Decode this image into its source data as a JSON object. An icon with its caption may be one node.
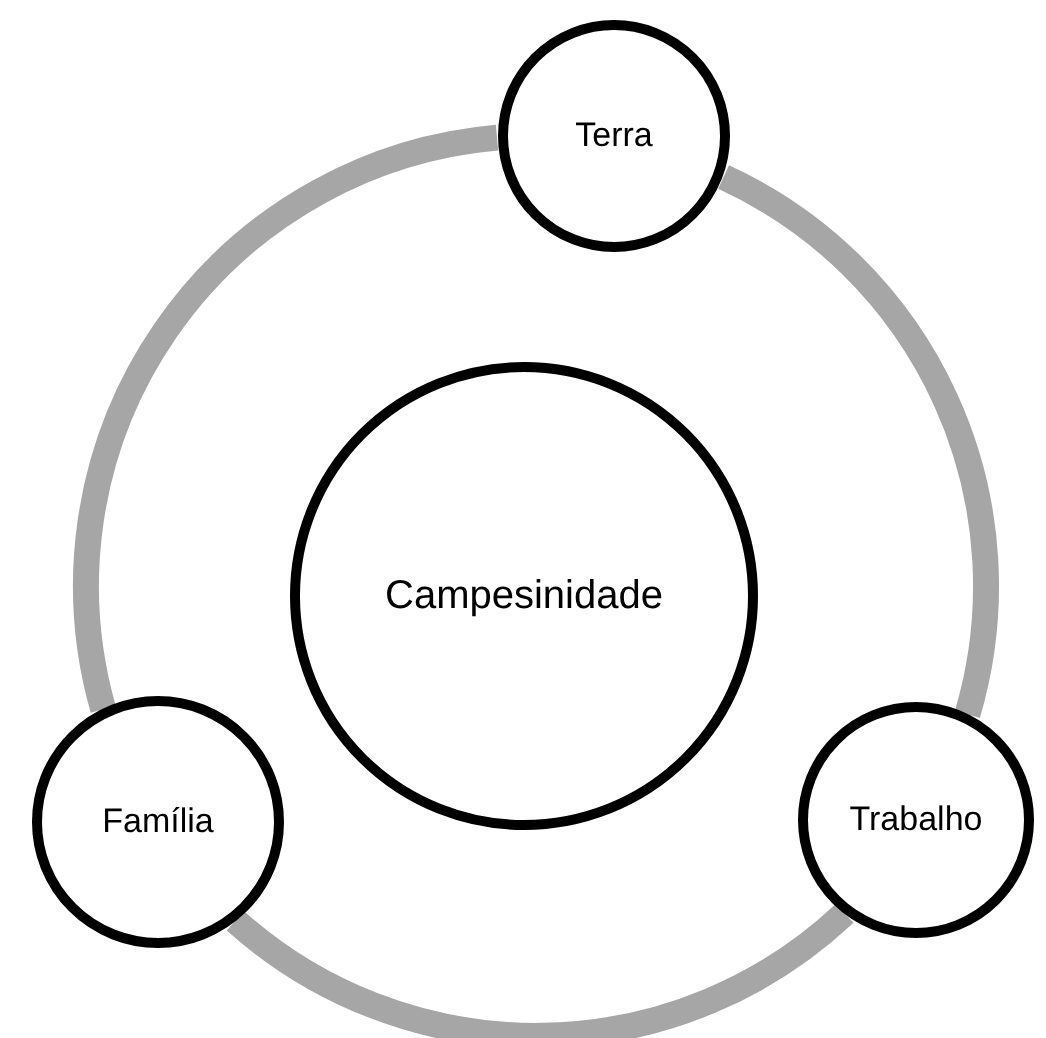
{
  "diagram": {
    "nodes": [
      {
        "text": [
          "Terra"
        ]
      },
      {
        "text": [
          "Campesinidade"
        ]
      },
      {
        "text": [
          "Família"
        ]
      },
      {
        "text": [
          "Trabalho"
        ]
      }
    ],
    "edges": [
      {
        "from": 0,
        "to": 3,
        "arrow": "none"
      },
      {
        "from": 3,
        "to": 2,
        "arrow": "none"
      },
      {
        "from": 2,
        "to": 0,
        "arrow": "none"
      }
    ]
  }
}
